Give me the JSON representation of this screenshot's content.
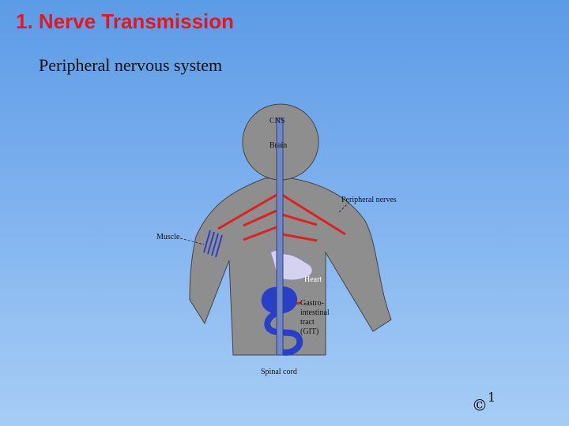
{
  "slide": {
    "title": "1. Nerve Transmission",
    "subtitle": "Peripheral nervous system"
  },
  "diagram": {
    "labels": {
      "cns": "CNS",
      "brain": "Brain",
      "peripheral_nerves": "Peripheral nerves",
      "muscle": "Muscle",
      "heart": "Heart",
      "git_line1": "Gastro-",
      "git_line2": "intestinal",
      "git_line3": "tract",
      "git_line4": "(GIT)",
      "spinal_cord": "Spinal cord"
    },
    "colors": {
      "body": "#8e8e8e",
      "nerve": "#e02020",
      "git": "#2a3fc8",
      "heart": "#d4d2f0",
      "spinal_cord": "#6f86c9"
    }
  },
  "footer": {
    "copyright_symbol": "©",
    "page_number": "1"
  }
}
